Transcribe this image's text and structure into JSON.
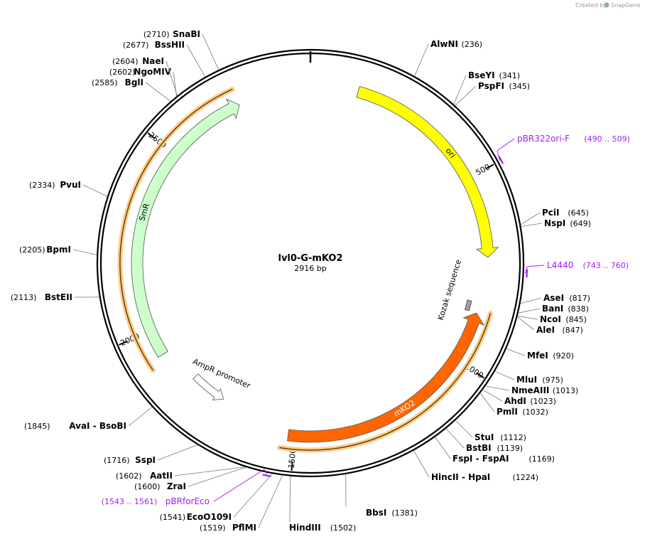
{
  "plasmid": {
    "name": "lvl0-G-mKO2",
    "size_label": "2916 bp",
    "total_bp": 2916
  },
  "credit": {
    "text": "Created by",
    "brand": "SnapGene"
  },
  "ticks": [
    {
      "bp": 500,
      "label": "500"
    },
    {
      "bp": 1000,
      "label": "1000"
    },
    {
      "bp": 1500,
      "label": "1500"
    },
    {
      "bp": 2000,
      "label": "2000"
    },
    {
      "bp": 2500,
      "label": "2500"
    }
  ],
  "features": [
    {
      "name": "ori",
      "start": 126,
      "end": 714,
      "strand": 1,
      "color": "#ffff00"
    },
    {
      "name": "mKO2",
      "start": 864,
      "end": 1518,
      "strand": -1,
      "color": "#ff6600"
    },
    {
      "name": "SmR",
      "start": 1930,
      "end": 2720,
      "strand": 1,
      "color": "#ccffcc"
    },
    {
      "name": "AmpR promoter",
      "start": 1722,
      "end": 1826,
      "strand": -1,
      "color": "#ffffff"
    },
    {
      "name": "Kozak sequence",
      "start": 845,
      "end": 855,
      "strand": 0,
      "color": "#a0a0a0"
    }
  ],
  "orfs": [
    {
      "start": 855,
      "end": 1535,
      "color": "#ffcc88"
    },
    {
      "start": 1910,
      "end": 2720,
      "color": "#ffcc88"
    }
  ],
  "sites": [
    {
      "name": "AlwNI",
      "pos": "(236)"
    },
    {
      "name": "BseYI",
      "pos": "(341)"
    },
    {
      "name": "PspFI",
      "pos": "(345)"
    },
    {
      "name": "PciI",
      "pos": "(645)"
    },
    {
      "name": "NspI",
      "pos": "(649)"
    },
    {
      "name": "AseI",
      "pos": "(817)"
    },
    {
      "name": "BanI",
      "pos": "(838)"
    },
    {
      "name": "NcoI",
      "pos": "(845)"
    },
    {
      "name": "AleI",
      "pos": "(847)"
    },
    {
      "name": "MfeI",
      "pos": "(920)"
    },
    {
      "name": "MluI",
      "pos": "(975)"
    },
    {
      "name": "NmeAIII",
      "pos": "(1013)"
    },
    {
      "name": "AhdI",
      "pos": "(1023)"
    },
    {
      "name": "PmlI",
      "pos": "(1032)"
    },
    {
      "name": "StuI",
      "pos": "(1112)"
    },
    {
      "name": "BstBI",
      "pos": "(1139)"
    },
    {
      "name": "FspI  -  FspAI",
      "pos": "(1169)"
    },
    {
      "name": "HincII  -  HpaI",
      "pos": "(1224)"
    },
    {
      "name": "BbsI",
      "pos": "(1381)"
    },
    {
      "name": "HindIII",
      "pos": "(1502)"
    },
    {
      "name": "PflMI",
      "pos": "(1519)"
    },
    {
      "name": "EcoO109I",
      "pos": "(1541)"
    },
    {
      "name": "ZraI",
      "pos": "(1600)"
    },
    {
      "name": "AatII",
      "pos": "(1602)"
    },
    {
      "name": "SspI",
      "pos": "(1716)"
    },
    {
      "name": "AvaI  -  BsoBI",
      "pos": "(1845)"
    },
    {
      "name": "BstEII",
      "pos": "(2113)"
    },
    {
      "name": "BpmI",
      "pos": "(2205)"
    },
    {
      "name": "PvuI",
      "pos": "(2334)"
    },
    {
      "name": "BglI",
      "pos": "(2585)"
    },
    {
      "name": "NgoMIV",
      "pos": "(2602)"
    },
    {
      "name": "NaeI",
      "pos": "(2604)"
    },
    {
      "name": "BssHII",
      "pos": "(2677)"
    },
    {
      "name": "SnaBI",
      "pos": "(2710)"
    }
  ],
  "primers": [
    {
      "name": "pBR322ori-F",
      "pos": "(490 .. 509)"
    },
    {
      "name": "L4440",
      "pos": "(743 .. 760)"
    },
    {
      "name": "pBRforEco",
      "pos": "(1543 .. 1561)"
    }
  ]
}
